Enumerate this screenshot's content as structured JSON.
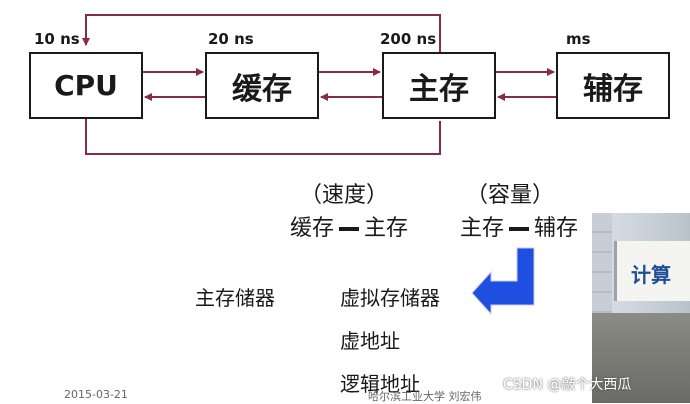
{
  "diagram": {
    "boxes": {
      "cpu": "CPU",
      "cache": "缓存",
      "main": "主存",
      "aux": "辅存"
    },
    "latency": {
      "cpu": "10 ns",
      "cache": "20 ns",
      "main": "200 ns",
      "aux": "ms"
    }
  },
  "hierarchy": {
    "speed_label": "（速度）",
    "capacity_label": "（容量）",
    "speed_pair_left": "缓存",
    "speed_pair_right": "主存",
    "capacity_pair_left": "主存",
    "capacity_pair_right": "辅存"
  },
  "concepts": {
    "left": "主存储器",
    "right_top": "虚拟存储器",
    "right_mid": "虚地址",
    "right_bottom": "逻辑地址"
  },
  "arrow_color": "#1f4fe0",
  "footer": {
    "date": "2015-03-21",
    "school": "哈尔滨工业大学  刘宏伟",
    "watermark": "CSDN @敲个大西瓜"
  },
  "video": {
    "banner": "计算"
  }
}
